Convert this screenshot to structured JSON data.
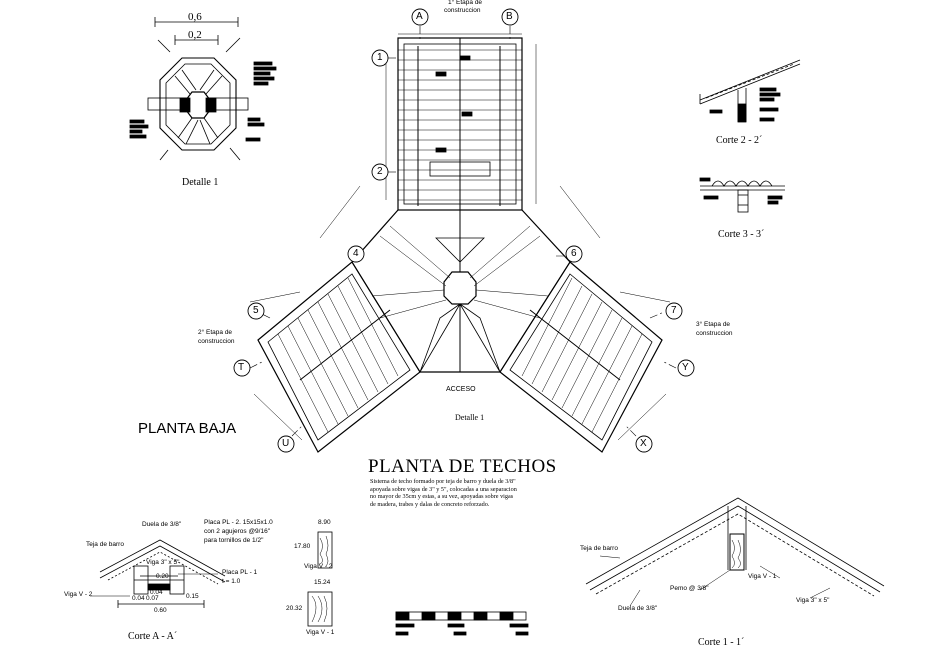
{
  "titles": {
    "main": "PLANTA DE TECHOS",
    "plan": "PLANTA BAJA"
  },
  "note_lines": [
    "Sistema de techo formado por teja de barro y duela de 3/8\"",
    "apoyada sobre vigas de 3\" y 5\", colocadas a una separacion",
    "no mayor de 35cm y estas, a su vez, apoyadas sobre vigas",
    "de madera, trabes y dalas de concreto reforzado."
  ],
  "drawing_labels": {
    "detalle1_top": "Detalle 1",
    "detalle1_plan": "Detalle 1",
    "corte22": "Corte  2 - 2´",
    "corte33": "Corte  3 - 3´",
    "corteAA": "Corte A - A´",
    "corte11": "Corte 1 - 1´",
    "acceso": "ACCESO"
  },
  "stages": {
    "first": [
      "1° Etapa de",
      "construccion"
    ],
    "second": [
      "2° Etapa de",
      "construccion"
    ],
    "third": [
      "3° Etapa de",
      "construccion"
    ]
  },
  "axis_markers": [
    "A",
    "B",
    "1",
    "2",
    "4",
    "6",
    "5",
    "7",
    "T",
    "Y",
    "U",
    "X"
  ],
  "detail_dims": {
    "outer": "0,6",
    "inner": "0,2"
  },
  "corteAA_labels": {
    "duela": "Duela de 3/8\"",
    "placa1": "Placa PL - 2. 15x15x1.0",
    "placa1b": "con 2 agujeros @9/16\"",
    "placa1c": "para tornillos de 1/2\"",
    "teja": "Teja de barro",
    "viga3": "Viga 3\" x 5\"",
    "placa2": "Placa PL - 1",
    "placa2b": "t = 1.0",
    "vigaV2": "Viga V - 2",
    "d020": "0.20",
    "d004a": "0.04",
    "d004b": "0.04",
    "d007": "0.07",
    "d015": "0.15",
    "d060": "0.60"
  },
  "vigas": {
    "v2_w": "8.90",
    "v2_h": "17.80",
    "v2_name": "Viga V - 2",
    "v1_w": "15.24",
    "v1_h": "20.32",
    "v1_name": "Viga V - 1"
  },
  "corte11_labels": {
    "teja": "Teja de barro",
    "pemo": "Pemo @ 3/8\"",
    "vigaV1": "Viga V - 1",
    "duela": "Duela de 3/8\"",
    "viga3": "Viga 3\" x 5\""
  }
}
